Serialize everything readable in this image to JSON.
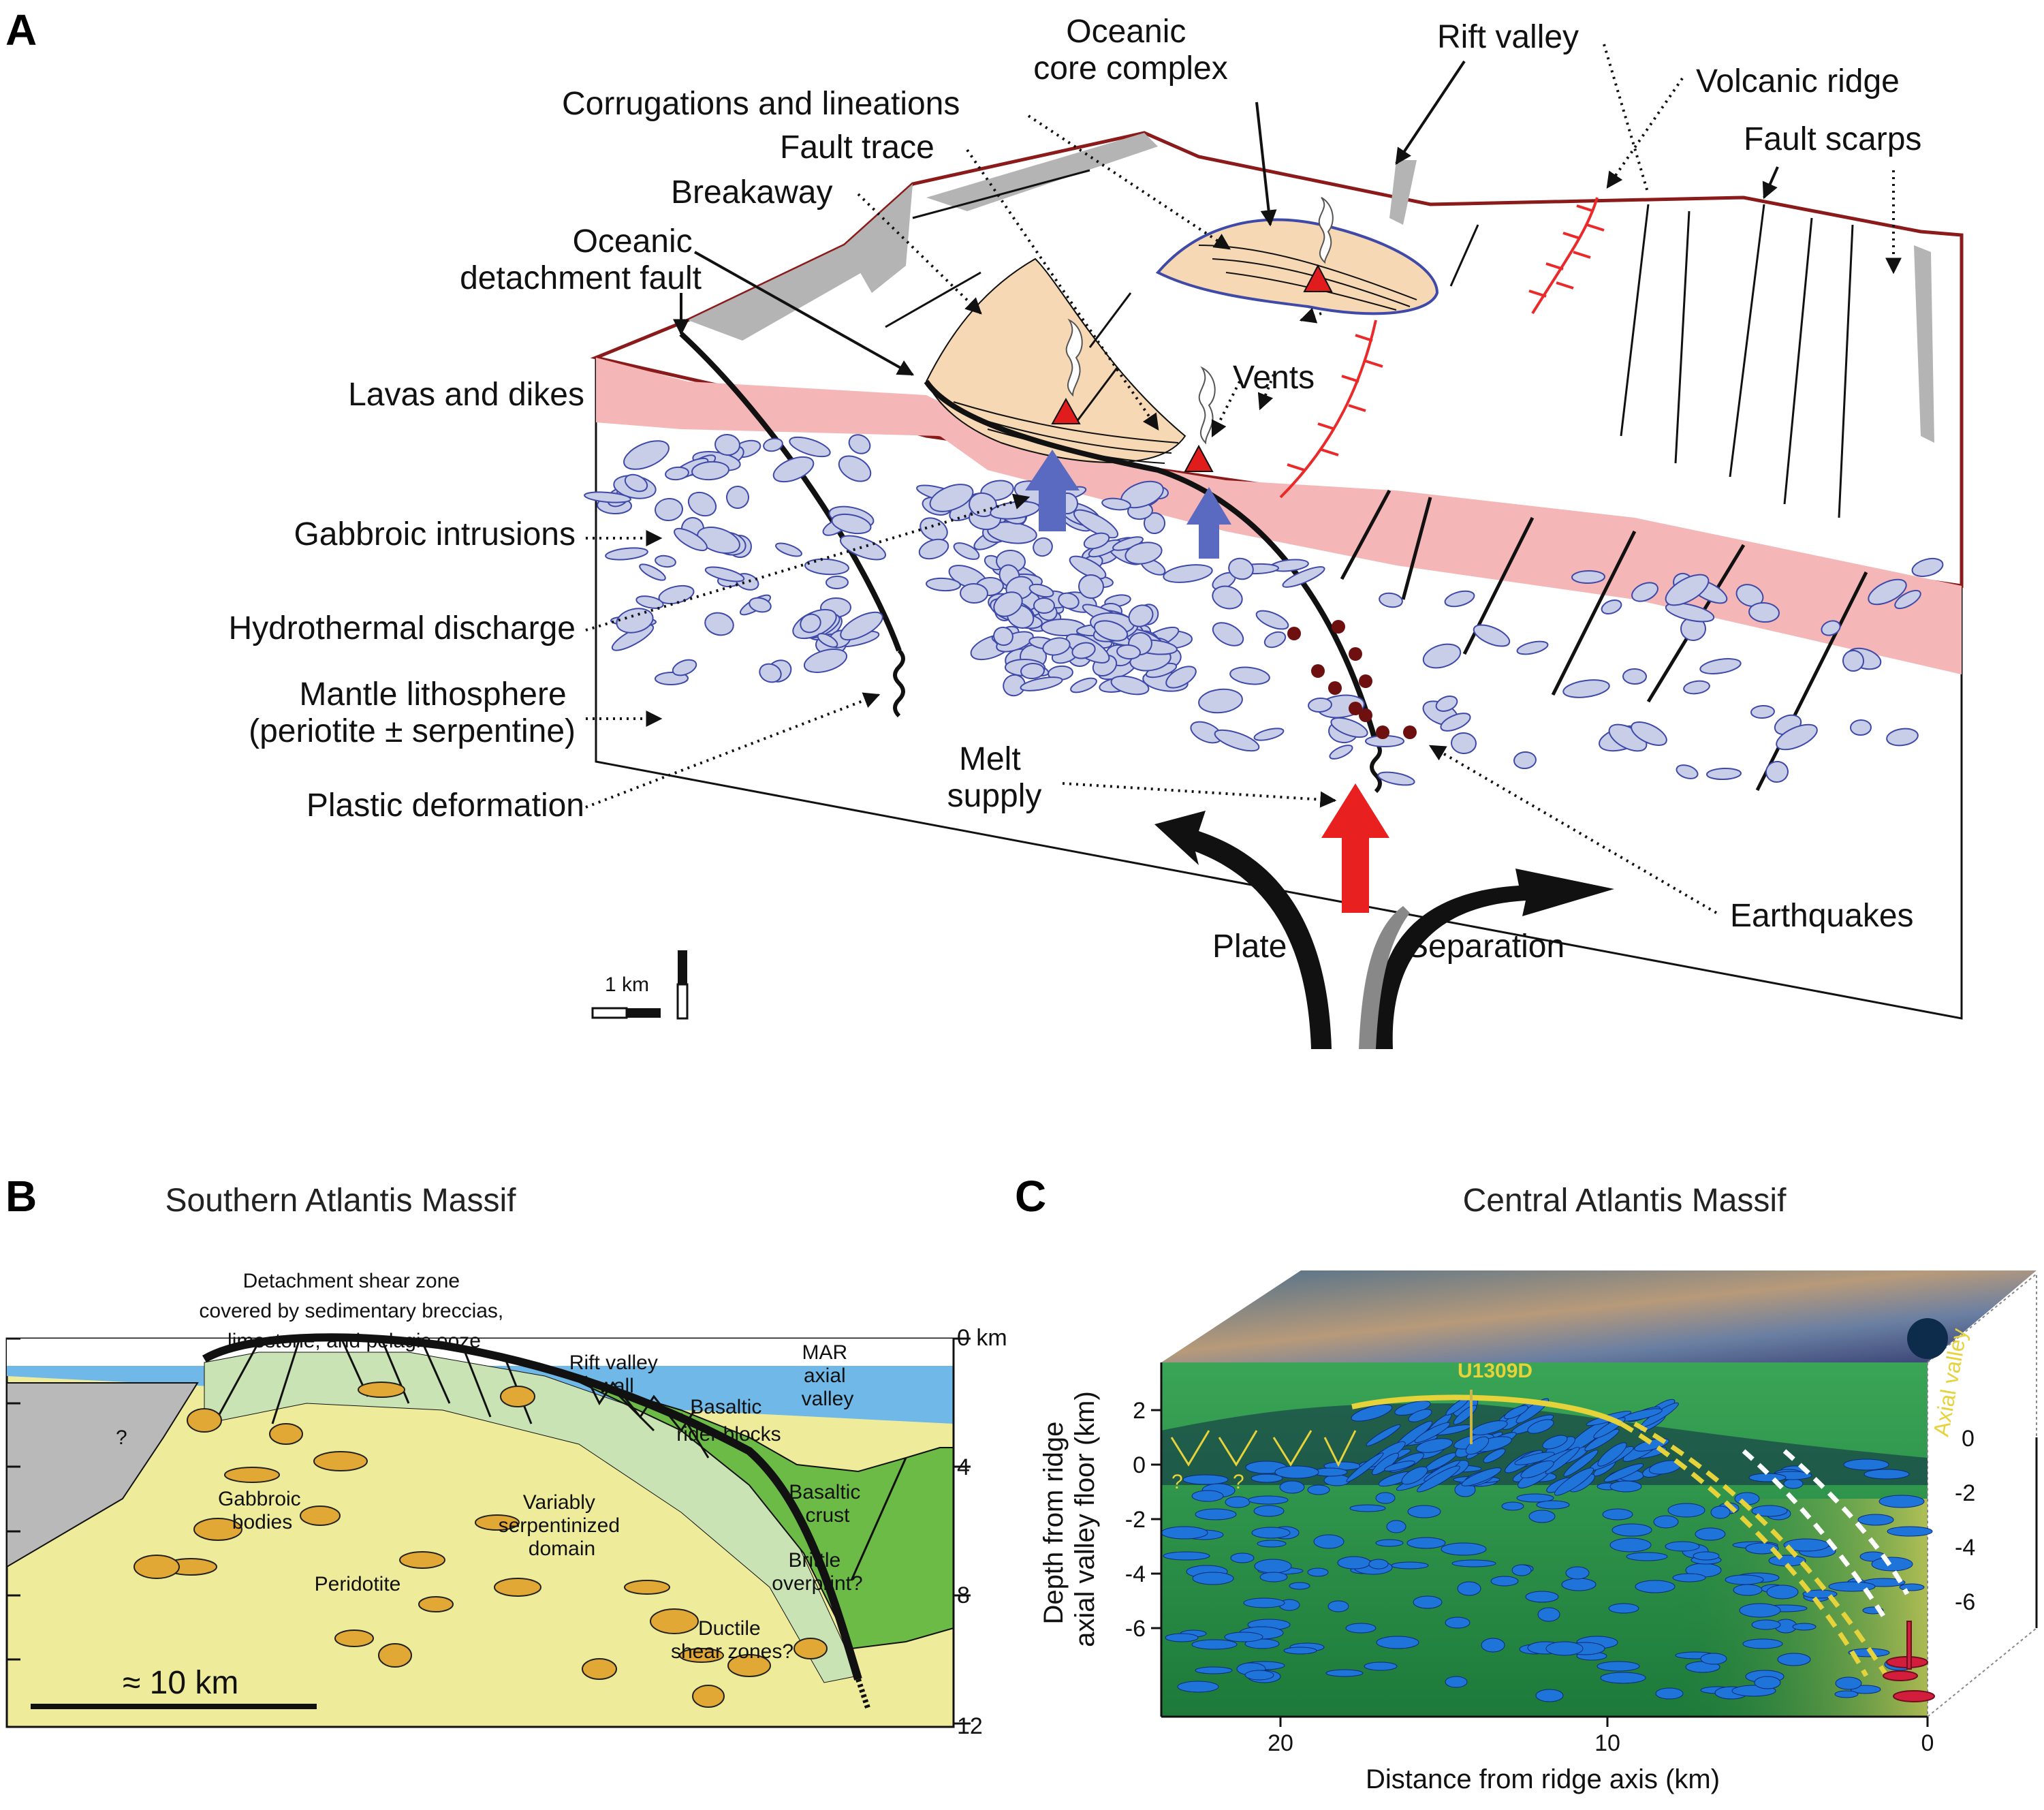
{
  "panel_a": {
    "letter": "A",
    "labels": {
      "oceanic_core_complex": "Oceanic\ncore complex",
      "rift_valley": "Rift valley",
      "corrugations": "Corrugations and lineations",
      "volcanic_ridge": "Volcanic ridge",
      "fault_trace": "Fault trace",
      "fault_scarps": "Fault scarps",
      "breakaway": "Breakaway",
      "oceanic_detachment_fault": "Oceanic\ndetachment fault",
      "lavas_and_dikes": "Lavas and dikes",
      "vents": "Vents",
      "gabbroic_intrusions": "Gabbroic intrusions",
      "hydrothermal_discharge": "Hydrothermal discharge",
      "mantle_lithosphere": "Mantle lithosphere\n(periotite ± serpentine)",
      "plastic_deformation": "Plastic deformation",
      "melt_supply": "Melt\nsupply",
      "plate": "Plate",
      "separation": "Separation",
      "earthquakes": "Earthquakes",
      "scale": "1 km"
    },
    "colors": {
      "scarp_outline": "#8b1a1a",
      "lavas_and_dikes": "#f4b6b6",
      "gabbro_fill": "#c8cde8",
      "gabbro_stroke": "#3e49a8",
      "core_complex_fill": "#f6d9b4",
      "vent_triangle": "#e01c1c",
      "volcanic_ridge": "#ea2a2a",
      "upwelling_arrow": "#5a6ac0",
      "melt_arrow": "#e82020",
      "earthquake_dots": "#6e1010"
    }
  },
  "panel_b": {
    "letter": "B",
    "title": "Southern Atlantis Massif",
    "labels": {
      "shear_zone": "Detachment shear zone\ncovered by sedimentary breccias,\nlimestone, and pelagic ooze",
      "rift_valley_wall": "Rift valley\nwall",
      "mar_axial_valley": "MAR\naxial\nvalley",
      "basaltic_rider_blocks": "Basaltic\nrider blocks",
      "basaltic_crust": "Basaltic\ncrust",
      "gabbroic_bodies": "Gabbroic\nbodies",
      "variably_serpentinized": "Variably\nserpentinized\ndomain",
      "brittle_overprint": "Brittle\noverprint?",
      "peridotite": "Peridotite",
      "ductile_shear_zones": "Ductile\nshear zones?",
      "question": "?",
      "scale": "≈ 10 km"
    },
    "depth_ticks": [
      "0 km",
      "4",
      "8",
      "12"
    ],
    "colors": {
      "peridotite": "#eeec9a",
      "serpentinized": "#c9e3b4",
      "basaltic_crust": "#6dbb47",
      "gray_block": "#b9b9b9",
      "seawater": "#6fb8e8",
      "gabbro": "#e2a836"
    }
  },
  "panel_c": {
    "letter": "C",
    "title": "Central Atlantis Massif",
    "site_label": "U1309D",
    "axial_valley": "Axial valley",
    "question_marks": [
      "?",
      "?"
    ],
    "y_axis_title": "Depth from ridge\naxial valley floor (km)",
    "x_axis_title": "Distance from ridge axis (km)",
    "left_y_ticks": [
      "2",
      "0",
      "-2",
      "-4",
      "-6"
    ],
    "right_y_ticks": [
      "0",
      "-2",
      "-4",
      "-6"
    ],
    "x_ticks": [
      "20",
      "10",
      "0"
    ],
    "colors": {
      "section_green": "#2f9a4a",
      "ellipses": "#1e74d8",
      "highlight": "#e6d23a",
      "surface": "#5b86a6"
    }
  }
}
